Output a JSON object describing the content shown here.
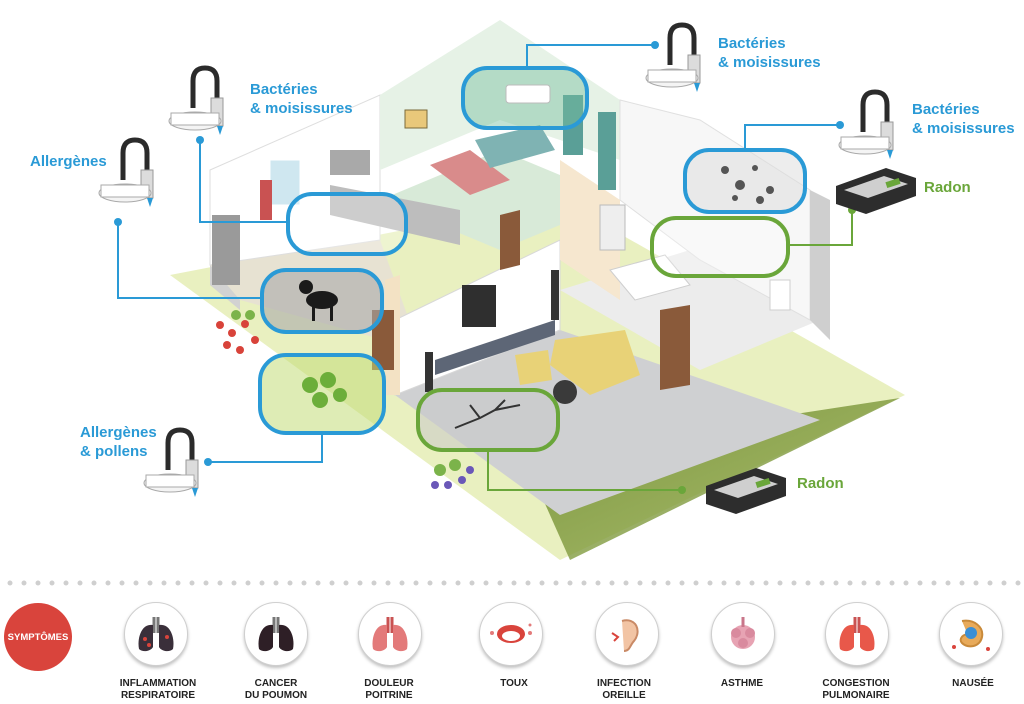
{
  "labels": {
    "top_center": "Bactéries\n& moisissures",
    "top_left": "Bactéries\n& moisissures",
    "top_right": "Bactéries\n& moisissures",
    "allergenes": "Allergènes",
    "allergenes_pollens": "Allergènes\n& pollens",
    "radon_right": "Radon",
    "radon_bottom": "Radon"
  },
  "symptoms": {
    "badge": "SYMPTÔMES",
    "items": [
      {
        "label": "INFLAMMATION\nRESPIRATOIRE",
        "icon": "inflamed-lungs-icon"
      },
      {
        "label": "CANCER\nDU POUMON",
        "icon": "dark-lungs-icon"
      },
      {
        "label": "DOULEUR\nPOITRINE",
        "icon": "red-lungs-icon"
      },
      {
        "label": "TOUX",
        "icon": "open-mouth-icon"
      },
      {
        "label": "INFECTION\nOREILLE",
        "icon": "ear-icon"
      },
      {
        "label": "ASTHME",
        "icon": "bronchi-icon"
      },
      {
        "label": "CONGESTION\nPULMONAIRE",
        "icon": "congested-lungs-icon"
      },
      {
        "label": "NAUSÉE",
        "icon": "stomach-icon"
      }
    ]
  },
  "colors": {
    "blue_accent": "#2a9ad6",
    "green_accent": "#6aa63a",
    "symptom_red": "#d9443c"
  }
}
